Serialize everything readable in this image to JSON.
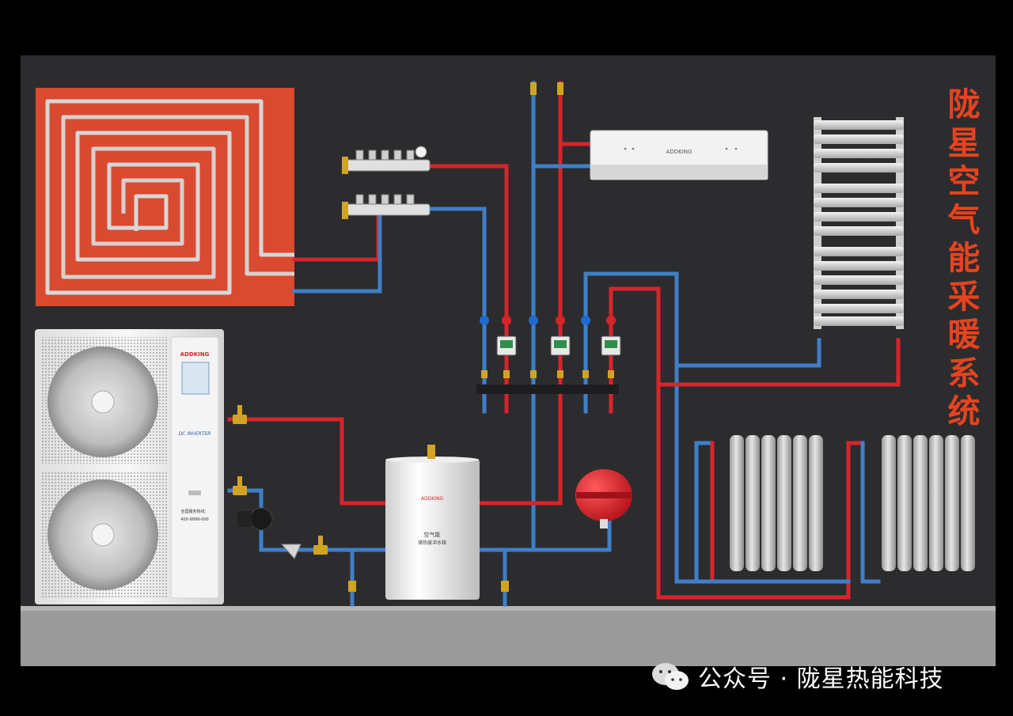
{
  "title": "陇星空气能采暖系统",
  "title_chars": [
    "陇",
    "星",
    "空",
    "气",
    "能",
    "采",
    "暖",
    "系",
    "统"
  ],
  "watermark": {
    "text": "公众号 · 陇星热能科技",
    "icon": "wechat-icon"
  },
  "heat_pump": {
    "brand": "ADDKING",
    "inverter_badge": "DC INVERTER",
    "hotline": "全国服务热线：",
    "phone": "400-9999-000"
  },
  "tank": {
    "brand": "ADDKING",
    "line1": "空气能",
    "line2": "储热缓冲水箱"
  },
  "indoor_unit": {
    "brand": "ADDKING"
  },
  "colors": {
    "background": "#000000",
    "wall": "#2c2c2e",
    "floor": "#9b9b9b",
    "hot_pipe": "#d8242b",
    "cold_pipe": "#3f7fc7",
    "floor_heating_panel": "#d94a31",
    "title": "#e8431f"
  },
  "components": [
    "floor-heating-coil",
    "manifold",
    "heat-pump-outdoor-unit",
    "buffer-tank",
    "expansion-tank",
    "wall-mounted-fan-coil",
    "towel-radiator",
    "column-radiator",
    "mixing-station",
    "circulation-pump",
    "y-strainer"
  ]
}
